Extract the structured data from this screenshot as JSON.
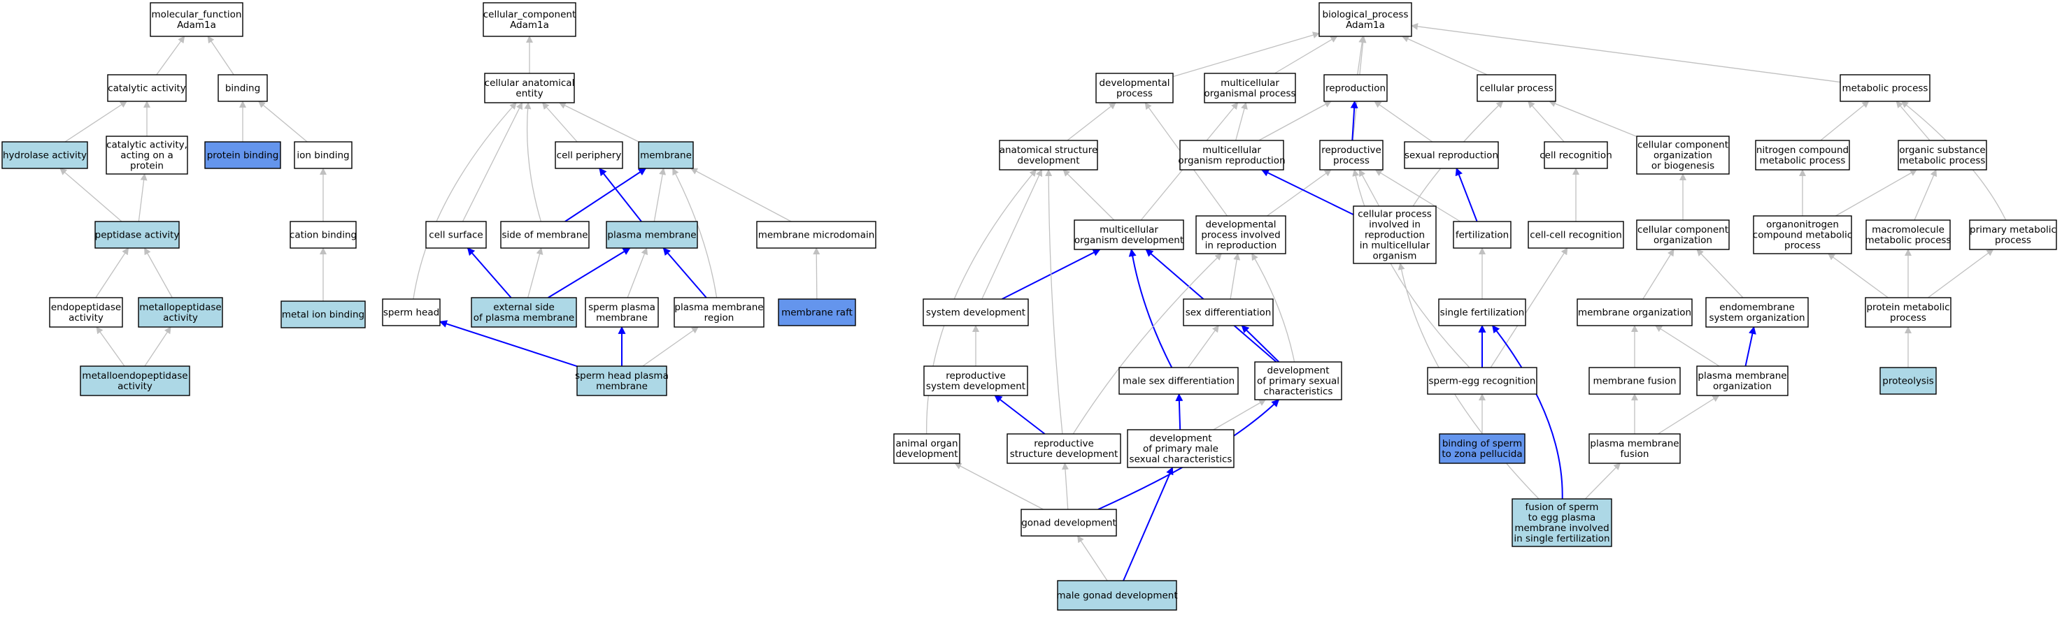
{
  "diagram": {
    "colors": {
      "plain": "#ffffff",
      "light": "#add8e6",
      "highlight": "#6495ed",
      "edge_grey": "#c0c0c0",
      "edge_blue": "#0000ff",
      "border": "#000000"
    },
    "nodes": [
      {
        "id": "mf",
        "lines": [
          "molecular_function",
          "Adam1a"
        ],
        "fill": "plain"
      },
      {
        "id": "catalytic",
        "lines": [
          "catalytic activity"
        ],
        "fill": "plain"
      },
      {
        "id": "binding",
        "lines": [
          "binding"
        ],
        "fill": "plain"
      },
      {
        "id": "hydrolase",
        "lines": [
          "hydrolase activity"
        ],
        "fill": "light"
      },
      {
        "id": "catprotein",
        "lines": [
          "catalytic activity,",
          "acting on a",
          "protein"
        ],
        "fill": "plain"
      },
      {
        "id": "proteinbinding",
        "lines": [
          "protein binding"
        ],
        "fill": "highlight"
      },
      {
        "id": "ionbinding",
        "lines": [
          "ion binding"
        ],
        "fill": "plain"
      },
      {
        "id": "peptidase",
        "lines": [
          "peptidase activity"
        ],
        "fill": "light"
      },
      {
        "id": "cationbinding",
        "lines": [
          "cation binding"
        ],
        "fill": "plain"
      },
      {
        "id": "endopeptidase",
        "lines": [
          "endopeptidase",
          "activity"
        ],
        "fill": "plain"
      },
      {
        "id": "metallopeptidase",
        "lines": [
          "metallopeptidase",
          "activity"
        ],
        "fill": "light"
      },
      {
        "id": "metalion",
        "lines": [
          "metal ion binding"
        ],
        "fill": "light"
      },
      {
        "id": "metalloendo",
        "lines": [
          "metalloendopeptidase",
          "activity"
        ],
        "fill": "light"
      },
      {
        "id": "cc",
        "lines": [
          "cellular_component",
          "Adam1a"
        ],
        "fill": "plain"
      },
      {
        "id": "anatomical",
        "lines": [
          "cellular anatomical",
          "entity"
        ],
        "fill": "plain"
      },
      {
        "id": "periphery",
        "lines": [
          "cell periphery"
        ],
        "fill": "plain"
      },
      {
        "id": "membrane",
        "lines": [
          "membrane"
        ],
        "fill": "light"
      },
      {
        "id": "cellsurface",
        "lines": [
          "cell surface"
        ],
        "fill": "plain"
      },
      {
        "id": "sidemembrane",
        "lines": [
          "side of membrane"
        ],
        "fill": "plain"
      },
      {
        "id": "plasmamembrane",
        "lines": [
          "plasma membrane"
        ],
        "fill": "light"
      },
      {
        "id": "microdomain",
        "lines": [
          "membrane microdomain"
        ],
        "fill": "plain"
      },
      {
        "id": "spermhead",
        "lines": [
          "sperm head"
        ],
        "fill": "plain"
      },
      {
        "id": "externalside",
        "lines": [
          "external side",
          "of plasma membrane"
        ],
        "fill": "light"
      },
      {
        "id": "spermplasma",
        "lines": [
          "sperm plasma",
          "membrane"
        ],
        "fill": "plain"
      },
      {
        "id": "pmregion",
        "lines": [
          "plasma membrane",
          "region"
        ],
        "fill": "plain"
      },
      {
        "id": "raft",
        "lines": [
          "membrane raft"
        ],
        "fill": "highlight"
      },
      {
        "id": "spermheadpm",
        "lines": [
          "sperm head plasma",
          "membrane"
        ],
        "fill": "light"
      },
      {
        "id": "bp",
        "lines": [
          "biological_process",
          "Adam1a"
        ],
        "fill": "plain"
      },
      {
        "id": "devprocess",
        "lines": [
          "developmental",
          "process"
        ],
        "fill": "plain"
      },
      {
        "id": "multiorg",
        "lines": [
          "multicellular",
          "organismal process"
        ],
        "fill": "plain"
      },
      {
        "id": "reproduction",
        "lines": [
          "reproduction"
        ],
        "fill": "plain"
      },
      {
        "id": "cellprocess",
        "lines": [
          "cellular process"
        ],
        "fill": "plain"
      },
      {
        "id": "metabolic",
        "lines": [
          "metabolic process"
        ],
        "fill": "plain"
      },
      {
        "id": "anatdev",
        "lines": [
          "anatomical structure",
          "development"
        ],
        "fill": "plain"
      },
      {
        "id": "multirepro",
        "lines": [
          "multicellular",
          "organism reproduction"
        ],
        "fill": "plain"
      },
      {
        "id": "reproprocess",
        "lines": [
          "reproductive",
          "process"
        ],
        "fill": "plain"
      },
      {
        "id": "sexrepro",
        "lines": [
          "sexual reproduction"
        ],
        "fill": "plain"
      },
      {
        "id": "cellrecog",
        "lines": [
          "cell recognition"
        ],
        "fill": "plain"
      },
      {
        "id": "ccorg",
        "lines": [
          "cellular component",
          "organization",
          "or biogenesis"
        ],
        "fill": "plain"
      },
      {
        "id": "nitrogen",
        "lines": [
          "nitrogen compound",
          "metabolic process"
        ],
        "fill": "plain"
      },
      {
        "id": "organicsub",
        "lines": [
          "organic substance",
          "metabolic process"
        ],
        "fill": "plain"
      },
      {
        "id": "multidev",
        "lines": [
          "multicellular",
          "organism development"
        ],
        "fill": "plain"
      },
      {
        "id": "devrepro",
        "lines": [
          "developmental",
          "process involved",
          "in reproduction"
        ],
        "fill": "plain"
      },
      {
        "id": "cellproc_repro",
        "lines": [
          "cellular process",
          "involved in",
          "reproduction",
          "in multicellular",
          "organism"
        ],
        "fill": "plain"
      },
      {
        "id": "fertilization",
        "lines": [
          "fertilization"
        ],
        "fill": "plain"
      },
      {
        "id": "cellcell",
        "lines": [
          "cell-cell recognition"
        ],
        "fill": "plain"
      },
      {
        "id": "ccorg2",
        "lines": [
          "cellular component",
          "organization"
        ],
        "fill": "plain"
      },
      {
        "id": "organonitrogen",
        "lines": [
          "organonitrogen",
          "compound metabolic",
          "process"
        ],
        "fill": "plain"
      },
      {
        "id": "macromolecule",
        "lines": [
          "macromolecule",
          "metabolic process"
        ],
        "fill": "plain"
      },
      {
        "id": "primarymeta",
        "lines": [
          "primary metabolic",
          "process"
        ],
        "fill": "plain"
      },
      {
        "id": "systemdev",
        "lines": [
          "system development"
        ],
        "fill": "plain"
      },
      {
        "id": "sexdiff",
        "lines": [
          "sex differentiation"
        ],
        "fill": "plain"
      },
      {
        "id": "singlefert",
        "lines": [
          "single fertilization"
        ],
        "fill": "plain"
      },
      {
        "id": "membraneorg",
        "lines": [
          "membrane organization"
        ],
        "fill": "plain"
      },
      {
        "id": "endomembrane",
        "lines": [
          "endomembrane",
          "system organization"
        ],
        "fill": "plain"
      },
      {
        "id": "proteinmeta",
        "lines": [
          "protein metabolic",
          "process"
        ],
        "fill": "plain"
      },
      {
        "id": "reprosysdev",
        "lines": [
          "reproductive",
          "system development"
        ],
        "fill": "plain"
      },
      {
        "id": "malesexdiff",
        "lines": [
          "male sex differentiation"
        ],
        "fill": "plain"
      },
      {
        "id": "devprimsex",
        "lines": [
          "development",
          "of primary sexual",
          "characteristics"
        ],
        "fill": "plain"
      },
      {
        "id": "spermegg",
        "lines": [
          "sperm-egg recognition"
        ],
        "fill": "plain"
      },
      {
        "id": "membranefusion",
        "lines": [
          "membrane fusion"
        ],
        "fill": "plain"
      },
      {
        "id": "pmorg",
        "lines": [
          "plasma membrane",
          "organization"
        ],
        "fill": "plain"
      },
      {
        "id": "proteolysis",
        "lines": [
          "proteolysis"
        ],
        "fill": "light"
      },
      {
        "id": "animalorgan",
        "lines": [
          "animal organ",
          "development"
        ],
        "fill": "plain"
      },
      {
        "id": "reprostruct",
        "lines": [
          "reproductive",
          "structure development"
        ],
        "fill": "plain"
      },
      {
        "id": "devprimmale",
        "lines": [
          "development",
          "of primary male",
          "sexual characteristics"
        ],
        "fill": "plain"
      },
      {
        "id": "zonabinding",
        "lines": [
          "binding of sperm",
          "to zona pellucida"
        ],
        "fill": "highlight"
      },
      {
        "id": "pmfusion",
        "lines": [
          "plasma membrane",
          "fusion"
        ],
        "fill": "plain"
      },
      {
        "id": "gonaddev",
        "lines": [
          "gonad development"
        ],
        "fill": "plain"
      },
      {
        "id": "fusionsperm",
        "lines": [
          "fusion of sperm",
          "to egg plasma",
          "membrane involved",
          "in single fertilization"
        ],
        "fill": "light"
      },
      {
        "id": "malegonad",
        "lines": [
          "male gonad development"
        ],
        "fill": "light"
      }
    ],
    "edges": [
      [
        "catalytic",
        "mf",
        "grey"
      ],
      [
        "binding",
        "mf",
        "grey"
      ],
      [
        "hydrolase",
        "catalytic",
        "grey"
      ],
      [
        "catprotein",
        "catalytic",
        "grey"
      ],
      [
        "proteinbinding",
        "binding",
        "grey"
      ],
      [
        "ionbinding",
        "binding",
        "grey"
      ],
      [
        "peptidase",
        "hydrolase",
        "grey"
      ],
      [
        "peptidase",
        "catprotein",
        "grey"
      ],
      [
        "cationbinding",
        "ionbinding",
        "grey"
      ],
      [
        "metalion",
        "cationbinding",
        "grey"
      ],
      [
        "endopeptidase",
        "peptidase",
        "grey"
      ],
      [
        "metallopeptidase",
        "peptidase",
        "grey"
      ],
      [
        "metalloendo",
        "endopeptidase",
        "grey"
      ],
      [
        "metalloendo",
        "metallopeptidase",
        "grey"
      ],
      [
        "anatomical",
        "cc",
        "grey"
      ],
      [
        "periphery",
        "anatomical",
        "grey"
      ],
      [
        "membrane",
        "anatomical",
        "grey"
      ],
      [
        "cellsurface",
        "anatomical",
        "grey"
      ],
      [
        "sidemembrane",
        "anatomical",
        "grey"
      ],
      [
        "spermhead",
        "anatomical",
        "grey"
      ],
      [
        "sidemembrane",
        "membrane",
        "blue"
      ],
      [
        "plasmamembrane",
        "membrane",
        "grey"
      ],
      [
        "plasmamembrane",
        "periphery",
        "blue"
      ],
      [
        "microdomain",
        "membrane",
        "grey"
      ],
      [
        "pmregion",
        "membrane",
        "grey"
      ],
      [
        "externalside",
        "cellsurface",
        "blue"
      ],
      [
        "externalside",
        "sidemembrane",
        "grey"
      ],
      [
        "externalside",
        "plasmamembrane",
        "blue"
      ],
      [
        "spermplasma",
        "plasmamembrane",
        "grey"
      ],
      [
        "pmregion",
        "plasmamembrane",
        "blue"
      ],
      [
        "raft",
        "microdomain",
        "grey"
      ],
      [
        "spermheadpm",
        "spermhead",
        "blue"
      ],
      [
        "spermheadpm",
        "spermplasma",
        "blue"
      ],
      [
        "spermheadpm",
        "pmregion",
        "grey"
      ],
      [
        "devprocess",
        "bp",
        "grey"
      ],
      [
        "multiorg",
        "bp",
        "grey"
      ],
      [
        "reproduction",
        "bp",
        "grey"
      ],
      [
        "cellprocess",
        "bp",
        "grey"
      ],
      [
        "metabolic",
        "bp",
        "grey"
      ],
      [
        "reproprocess",
        "bp",
        "grey"
      ],
      [
        "anatdev",
        "devprocess",
        "grey"
      ],
      [
        "multirepro",
        "multiorg",
        "grey"
      ],
      [
        "multirepro",
        "reproduction",
        "grey"
      ],
      [
        "reproprocess",
        "reproduction",
        "blue"
      ],
      [
        "sexrepro",
        "reproduction",
        "grey"
      ],
      [
        "cellrecog",
        "cellprocess",
        "grey"
      ],
      [
        "ccorg",
        "cellprocess",
        "grey"
      ],
      [
        "nitrogen",
        "metabolic",
        "grey"
      ],
      [
        "organicsub",
        "metabolic",
        "grey"
      ],
      [
        "multidev",
        "anatdev",
        "grey"
      ],
      [
        "multidev",
        "multiorg",
        "grey"
      ],
      [
        "devrepro",
        "devprocess",
        "grey"
      ],
      [
        "devrepro",
        "reproprocess",
        "grey"
      ],
      [
        "cellproc_repro",
        "multirepro",
        "blue"
      ],
      [
        "cellproc_repro",
        "reproprocess",
        "grey"
      ],
      [
        "cellproc_repro",
        "cellprocess",
        "grey"
      ],
      [
        "fertilization",
        "sexrepro",
        "blue"
      ],
      [
        "fertilization",
        "reproprocess",
        "grey"
      ],
      [
        "cellcell",
        "cellrecog",
        "grey"
      ],
      [
        "ccorg2",
        "ccorg",
        "grey"
      ],
      [
        "organonitrogen",
        "nitrogen",
        "grey"
      ],
      [
        "organonitrogen",
        "organicsub",
        "grey"
      ],
      [
        "macromolecule",
        "organicsub",
        "grey"
      ],
      [
        "primarymeta",
        "metabolic",
        "grey"
      ],
      [
        "systemdev",
        "anatdev",
        "grey"
      ],
      [
        "systemdev",
        "multidev",
        "blue"
      ],
      [
        "sexdiff",
        "devrepro",
        "grey"
      ],
      [
        "singlefert",
        "fertilization",
        "grey"
      ],
      [
        "membraneorg",
        "ccorg2",
        "grey"
      ],
      [
        "endomembrane",
        "ccorg2",
        "grey"
      ],
      [
        "proteinmeta",
        "organonitrogen",
        "grey"
      ],
      [
        "proteinmeta",
        "macromolecule",
        "grey"
      ],
      [
        "proteinmeta",
        "primarymeta",
        "grey"
      ],
      [
        "reprosysdev",
        "systemdev",
        "grey"
      ],
      [
        "malesexdiff",
        "sexdiff",
        "grey"
      ],
      [
        "malesexdiff",
        "multidev",
        "blue"
      ],
      [
        "devprimsex",
        "sexdiff",
        "blue"
      ],
      [
        "devprimsex",
        "devrepro",
        "grey"
      ],
      [
        "devprimsex",
        "multidev",
        "blue"
      ],
      [
        "spermegg",
        "singlefert",
        "blue"
      ],
      [
        "spermegg",
        "cellcell",
        "grey"
      ],
      [
        "spermegg",
        "reproprocess",
        "grey"
      ],
      [
        "membranefusion",
        "membraneorg",
        "grey"
      ],
      [
        "pmorg",
        "membraneorg",
        "grey"
      ],
      [
        "pmorg",
        "endomembrane",
        "blue"
      ],
      [
        "proteolysis",
        "proteinmeta",
        "grey"
      ],
      [
        "animalorgan",
        "anatdev",
        "grey"
      ],
      [
        "reprostruct",
        "reprosysdev",
        "blue"
      ],
      [
        "reprostruct",
        "anatdev",
        "grey"
      ],
      [
        "reprostruct",
        "devrepro",
        "grey"
      ],
      [
        "devprimmale",
        "malesexdiff",
        "blue"
      ],
      [
        "devprimmale",
        "devprimsex",
        "grey"
      ],
      [
        "zonabinding",
        "spermegg",
        "grey"
      ],
      [
        "pmfusion",
        "membranefusion",
        "grey"
      ],
      [
        "pmfusion",
        "pmorg",
        "grey"
      ],
      [
        "gonaddev",
        "animalorgan",
        "grey"
      ],
      [
        "gonaddev",
        "reprostruct",
        "grey"
      ],
      [
        "gonaddev",
        "devprimsex",
        "blue"
      ],
      [
        "fusionsperm",
        "singlefert",
        "blue"
      ],
      [
        "fusionsperm",
        "pmfusion",
        "grey"
      ],
      [
        "fusionsperm",
        "cellproc_repro",
        "grey"
      ],
      [
        "malegonad",
        "gonaddev",
        "grey"
      ],
      [
        "malegonad",
        "devprimmale",
        "blue"
      ]
    ]
  }
}
